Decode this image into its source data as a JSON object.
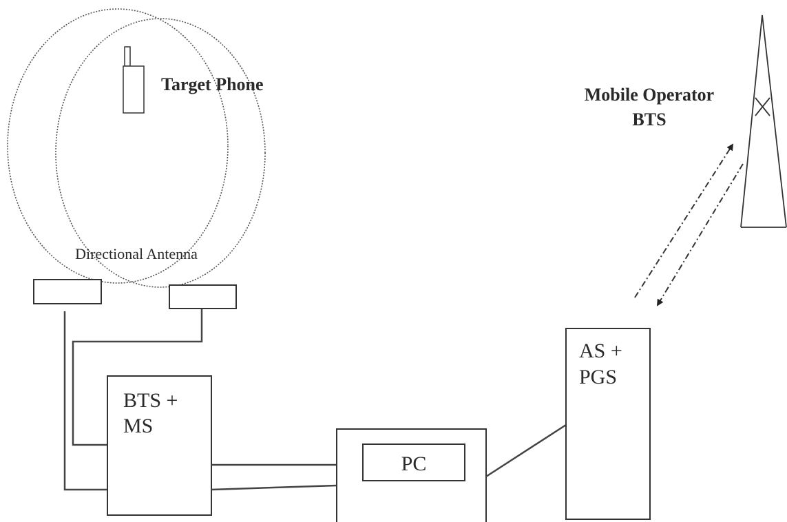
{
  "labels": {
    "target_phone": "Target Phone",
    "operator_bts_line1": "Mobile Operator",
    "operator_bts_line2": "BTS",
    "directional_antenna": "Directional Antenna",
    "bts_ms_line1": "BTS +",
    "bts_ms_line2": "MS",
    "pc": "PC",
    "as_pgs_line1": "AS +",
    "as_pgs_line2": "PGS"
  }
}
